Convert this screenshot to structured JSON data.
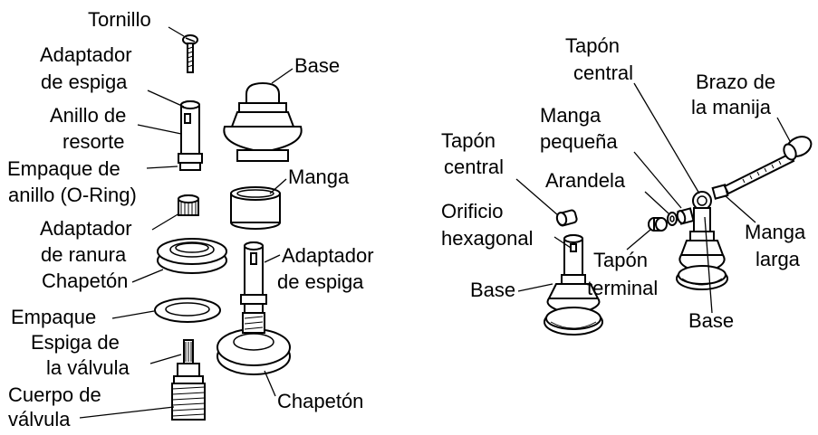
{
  "left_assembly": {
    "screw": "Tornillo",
    "stem_adapter_top_line1": "Adaptador",
    "stem_adapter_top_line2": "de espiga",
    "spring_ring_line1": "Anillo de",
    "spring_ring_line2": "resorte",
    "o_ring_line1": "Empaque de",
    "o_ring_line2": "anillo (O-Ring)",
    "groove_adapter_line1": "Adaptador",
    "groove_adapter_line2": "de ranura",
    "escutcheon_top": "Chapetón",
    "gasket": "Empaque",
    "valve_stem_line1": "Espiga de",
    "valve_stem_line2": "la válvula",
    "valve_body_line1": "Cuerpo de",
    "valve_body_line2": "válvula",
    "base": "Base",
    "sleeve": "Manga",
    "stem_adapter_right_line1": "Adaptador",
    "stem_adapter_right_line2": "de espiga",
    "escutcheon_bottom": "Chapetón"
  },
  "right_assembly": {
    "center_cap_top_line1": "Tapón",
    "center_cap_top_line2": "central",
    "handle_arm_line1": "Brazo de",
    "handle_arm_line2": "la manija",
    "small_sleeve_line1": "Manga",
    "small_sleeve_line2": "pequeña",
    "center_cap_left_line1": "Tapón",
    "center_cap_left_line2": "central",
    "washer": "Arandela",
    "hex_hole_line1": "Orificio",
    "hex_hole_line2": "hexagonal",
    "end_cap_line1": "Tapón",
    "end_cap_line2": "terminal",
    "long_sleeve_line1": "Manga",
    "long_sleeve_line2": "larga",
    "base_left": "Base",
    "base_right": "Base"
  }
}
